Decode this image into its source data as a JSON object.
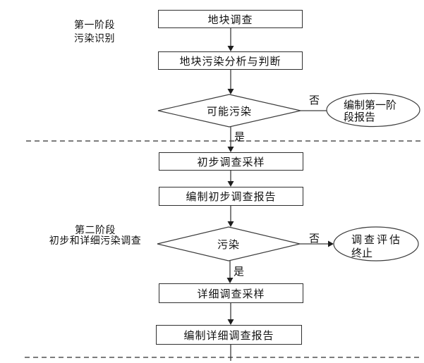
{
  "stage1": {
    "line1": "第一阶段",
    "line2": "污染识别"
  },
  "stage2": {
    "line1": "第二阶段",
    "line2": "初步和详细污染调查"
  },
  "boxes": {
    "survey": "地块调查",
    "analysis": "地块污染分析与判断",
    "prelim_sampling": "初步调查采样",
    "prelim_report": "编制初步调查报告",
    "detail_sampling": "详细调查采样",
    "detail_report": "编制详细调查报告"
  },
  "decisions": {
    "possible_pollution": "可能污染",
    "pollution": "污染"
  },
  "terminals": {
    "stage1_report": {
      "line1": "编制第一阶",
      "line2": "段报告"
    },
    "end": {
      "line1": "调查评估",
      "line2": "终止"
    }
  },
  "edge_labels": {
    "yes": "是",
    "no": "否"
  },
  "colors": {
    "stroke": "#3c3c3c",
    "arrow": "#1e1e1e",
    "background": "#ffffff"
  }
}
